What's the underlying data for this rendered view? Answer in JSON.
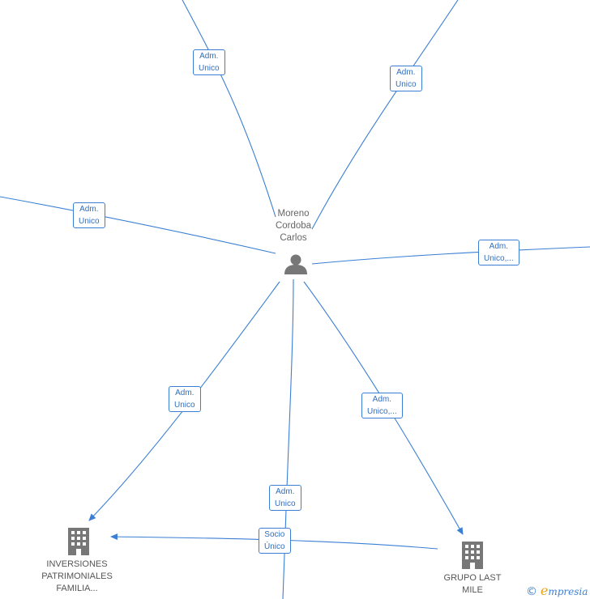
{
  "person": {
    "name_lines": [
      "Moreno",
      "Cordoba",
      "Carlos"
    ],
    "icon": "person-icon"
  },
  "companies": [
    {
      "id": "inversiones",
      "name_lines": [
        "INVERSIONES",
        "PATRIMONIALES",
        "FAMILIA..."
      ],
      "icon": "building-icon"
    },
    {
      "id": "grupo-last-mile",
      "name_lines": [
        "GRUPO LAST",
        "MILE"
      ],
      "icon": "building-icon"
    }
  ],
  "edge_labels": [
    {
      "id": "top-left",
      "lines": [
        "Adm.",
        "Unico"
      ]
    },
    {
      "id": "top-right",
      "lines": [
        "Adm.",
        "Unico"
      ]
    },
    {
      "id": "left",
      "lines": [
        "Adm.",
        "Unico"
      ]
    },
    {
      "id": "right",
      "lines": [
        "Adm.",
        "Unico,..."
      ]
    },
    {
      "id": "bottom-left",
      "lines": [
        "Adm.",
        "Unico"
      ]
    },
    {
      "id": "bottom-right",
      "lines": [
        "Adm.",
        "Unico,..."
      ]
    },
    {
      "id": "bottom",
      "lines": [
        "Adm.",
        "Unico"
      ]
    },
    {
      "id": "socio",
      "lines": [
        "Socio",
        "Único"
      ]
    }
  ],
  "brand": {
    "copyright": "©",
    "first_letter": "e",
    "rest": "mpresia"
  },
  "colors": {
    "edge": "#3b7fd4",
    "icon": "#777777",
    "brand_accent": "#e8a317"
  }
}
